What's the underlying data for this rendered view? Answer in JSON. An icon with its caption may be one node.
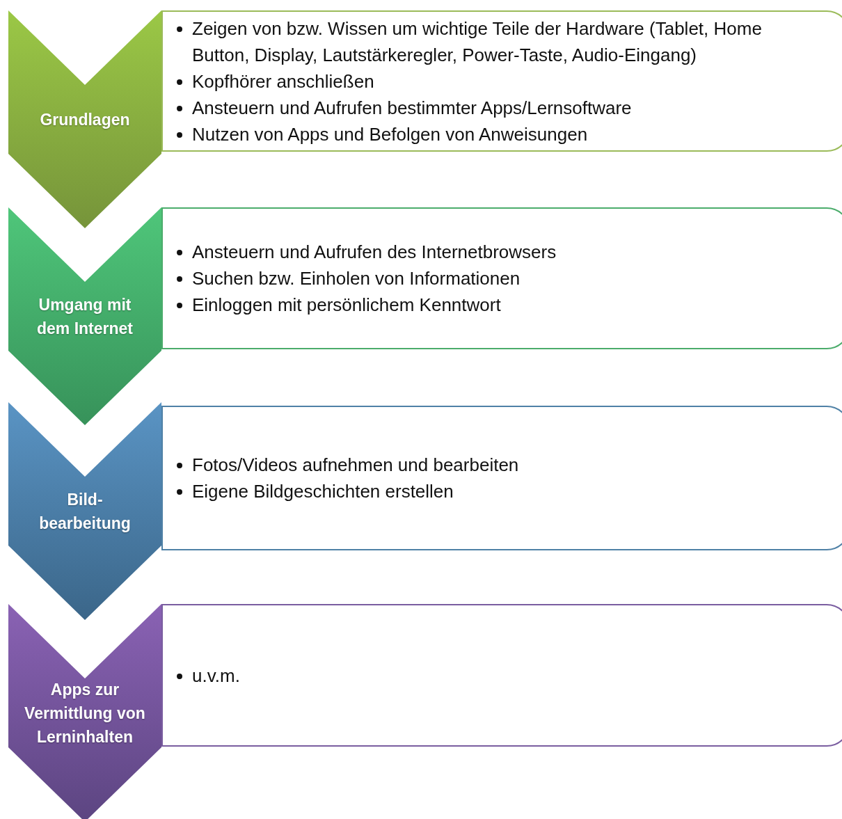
{
  "diagram": {
    "nodes": [
      {
        "text": [
          "Grundlagen"
        ]
      },
      {
        "text": [
          "Zeigen von bzw. Wissen um wichtige Teile der Hardware (Tablet, Home Button, Display, Lautstärkeregler, Power-Taste, Audio-Eingang)",
          "Kopfhörer anschließen",
          "Ansteuern und Aufrufen bestimmter Apps/Lernsoftware",
          "Nutzen von Apps und Befolgen von Anweisungen"
        ]
      },
      {
        "text": [
          "Umgang mit dem Internet"
        ]
      },
      {
        "text": [
          "Ansteuern und Aufrufen des Internetbrowsers",
          "Suchen bzw. Einholen von Informationen",
          "Einloggen mit persönlichem Kenntwort"
        ]
      },
      {
        "text": [
          "Bild- bearbeitung"
        ]
      },
      {
        "text": [
          "Fotos/Videos aufnehmen und bearbeiten",
          "Eigene Bildgeschichten erstellen"
        ]
      },
      {
        "text": [
          "Apps zur Vermittlung von Lerninhalten"
        ]
      },
      {
        "text": [
          "u.v.m."
        ]
      }
    ]
  }
}
